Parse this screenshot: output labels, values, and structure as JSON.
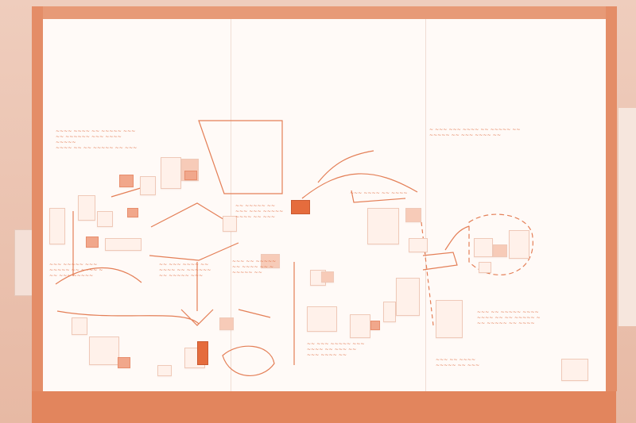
{
  "scene": {
    "description_text": "",
    "labels": [
      "THE MAP",
      "OR, WHERE IS THE WORK?",
      "THE EVIDENCE",
      "THE SUMMARY",
      "THE ARCHIVES",
      "QUESTION OF EVIDENCE",
      "WHAT NEXT?",
      "OR, IS THIS THE WORK?",
      "THE ARCHIVE"
    ],
    "colors": {
      "board": "#fffaf7",
      "frame": "#e48d67",
      "ink": "#de6a3f",
      "wall": "#e9c0ad"
    }
  }
}
